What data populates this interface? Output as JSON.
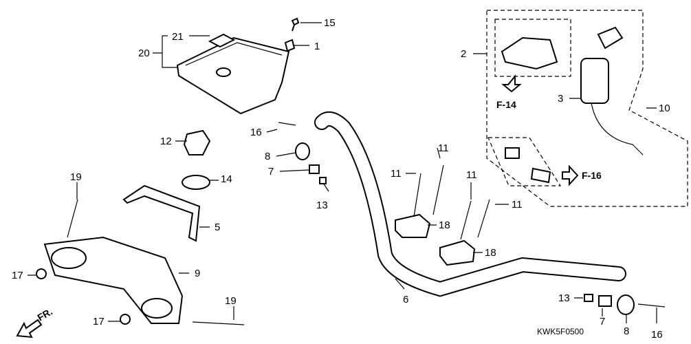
{
  "diagram_code": "KWK5F0500",
  "front_arrow_label": "FR.",
  "references": {
    "f14": "F-14",
    "f16": "F-16"
  },
  "callouts": [
    "21",
    "20",
    "15",
    "1",
    "2",
    "3",
    "10",
    "16",
    "12",
    "8",
    "7",
    "14",
    "13",
    "11",
    "11",
    "11",
    "11",
    "19",
    "5",
    "18",
    "18",
    "9",
    "17",
    "17",
    "19",
    "6",
    "13",
    "7",
    "8",
    "16"
  ]
}
